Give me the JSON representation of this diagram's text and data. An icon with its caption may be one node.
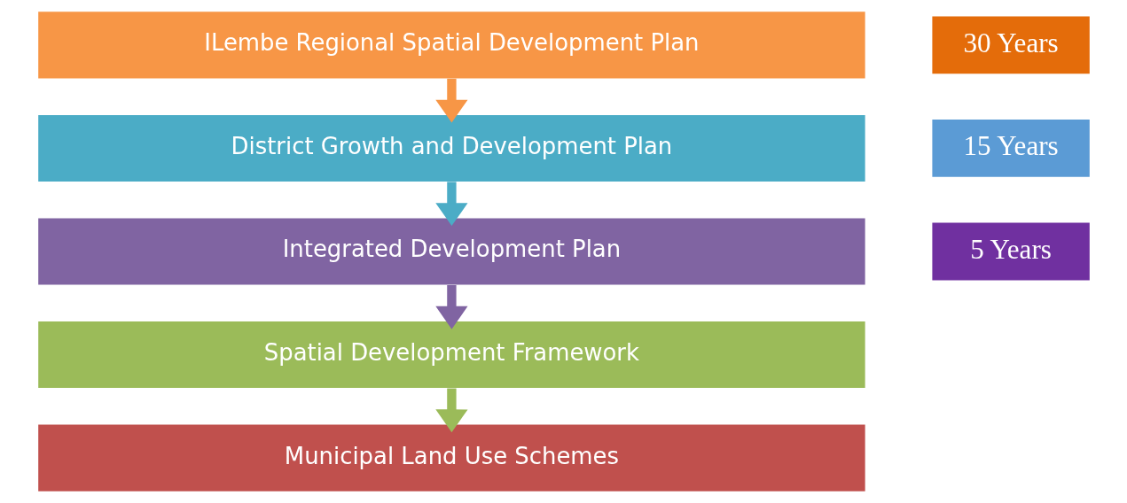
{
  "diagram": {
    "nodes": [
      {
        "text": [
          "ILembe Regional Spatial Development Plan"
        ]
      },
      {
        "text": [
          "30 Years"
        ]
      },
      {
        "text": [
          "District Growth and Development Plan"
        ]
      },
      {
        "text": [
          "15 Years"
        ]
      },
      {
        "text": [
          "Integrated Development Plan"
        ]
      },
      {
        "text": [
          "5 Years"
        ]
      },
      {
        "text": [
          "Spatial Development Framework"
        ]
      },
      {
        "text": [
          "Municipal Land Use Schemes"
        ]
      }
    ],
    "edges": [
      {
        "from": 0,
        "to": 2,
        "arrow": "to",
        "color": "#f79646"
      },
      {
        "from": 2,
        "to": 4,
        "arrow": "to",
        "color": "#4bacc6"
      },
      {
        "from": 4,
        "to": 6,
        "arrow": "to",
        "color": "#8064a2"
      },
      {
        "from": 6,
        "to": 7,
        "arrow": "to",
        "color": "#9bbb59"
      }
    ]
  }
}
